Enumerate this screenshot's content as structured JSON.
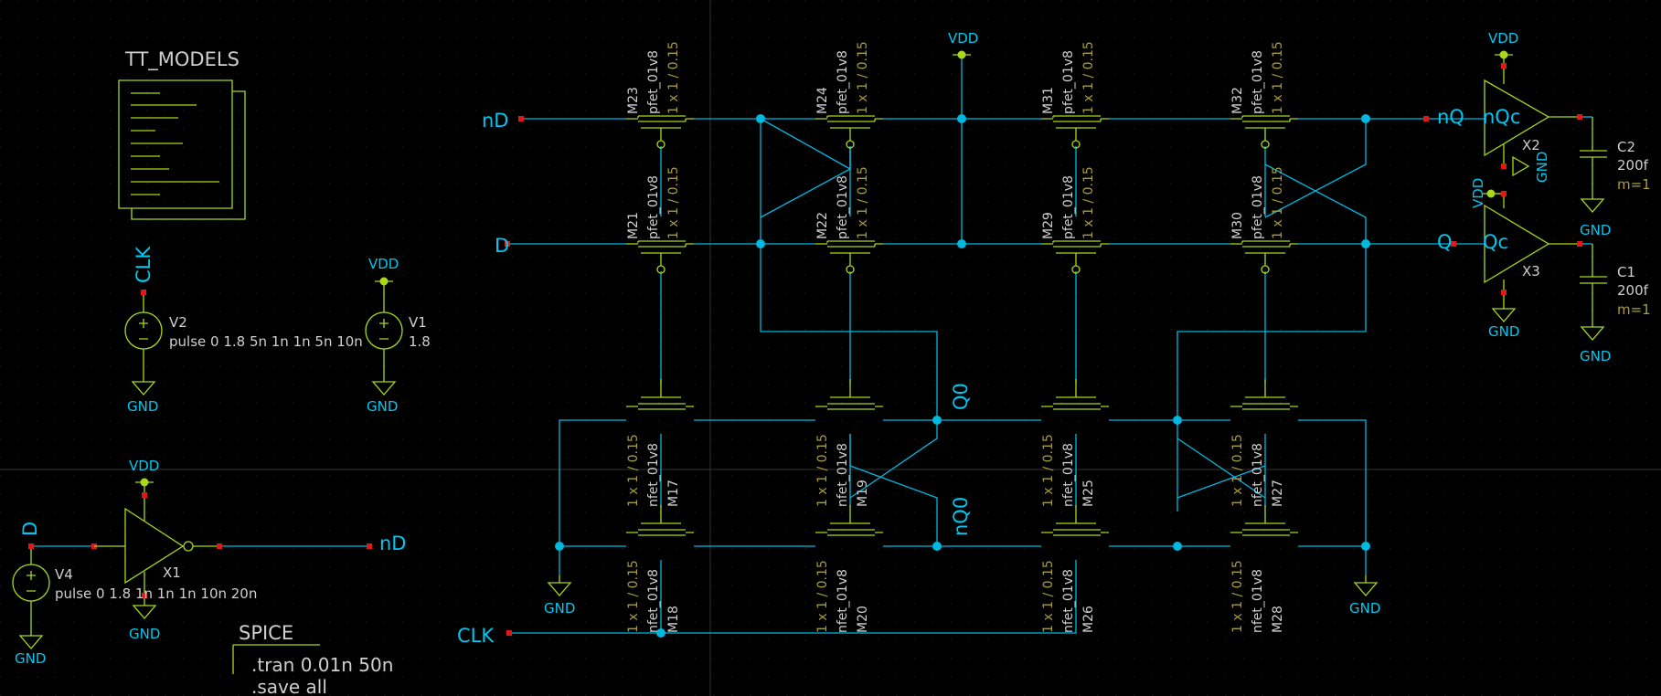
{
  "colors": {
    "background": "#000000",
    "wire": "#00b8e0",
    "symbol": "#a8d81a",
    "param": "#a89c3c",
    "label": "#cfcfcf",
    "net": "#00c8f0",
    "pin": "#e01818",
    "crosshair": "#333333",
    "grid": "#1e1e1e"
  },
  "header": {
    "models_title": "TT_MODELS"
  },
  "spice": {
    "title": "SPICE",
    "lines": [
      ".tran 0.01n 50n",
      ".save all"
    ]
  },
  "sources": {
    "v2": {
      "ref": "V2",
      "value": "pulse 0 1.8 5n 1n 1n 5n 10n",
      "net": "CLK",
      "gnd": "GND"
    },
    "v1": {
      "ref": "V1",
      "value": "1.8",
      "net": "VDD",
      "gnd": "GND"
    },
    "v4": {
      "ref": "V4",
      "value": "pulse 0 1.8 1n 1n 1n 10n 20n",
      "net": "D",
      "gnd": "GND"
    }
  },
  "inverters": {
    "x1": {
      "ref": "X1",
      "vdd": "VDD",
      "gnd": "GND",
      "in_label": "D",
      "out_label": "nD"
    },
    "x2": {
      "ref": "X2",
      "vdd": "VDD",
      "gnd": "GND",
      "in_label": "nQ",
      "out_label": "nQc"
    },
    "x3": {
      "ref": "X3",
      "vdd": "VDD",
      "gnd": "GND",
      "in_label": "Q",
      "out_label": "Qc"
    }
  },
  "caps": {
    "c2": {
      "ref": "C2",
      "value": "200f",
      "mult": "m=1",
      "gnd": "GND"
    },
    "c1": {
      "ref": "C1",
      "value": "200f",
      "mult": "m=1",
      "gnd": "GND"
    }
  },
  "nets": {
    "nD": "nD",
    "D": "D",
    "CLK": "CLK",
    "VDD": "VDD",
    "Q0": "Q0",
    "nQ0": "nQ0",
    "GND": "GND"
  },
  "pmos": [
    {
      "ref": "M23",
      "model": "pfet_01v8",
      "size": "1 x 1 / 0.15"
    },
    {
      "ref": "M24",
      "model": "pfet_01v8",
      "size": "1 x 1 / 0.15"
    },
    {
      "ref": "M31",
      "model": "pfet_01v8",
      "size": "1 x 1 / 0.15"
    },
    {
      "ref": "M32",
      "model": "pfet_01v8",
      "size": "1 x 1 / 0.15"
    },
    {
      "ref": "M21",
      "model": "pfet_01v8",
      "size": "1 x 1 / 0.15"
    },
    {
      "ref": "M22",
      "model": "pfet_01v8",
      "size": "1 x 1 / 0.15"
    },
    {
      "ref": "M29",
      "model": "pfet_01v8",
      "size": "1 x 1 / 0.15"
    },
    {
      "ref": "M30",
      "model": "pfet_01v8",
      "size": "1 x 1 / 0.15"
    }
  ],
  "nmos": [
    {
      "ref": "M17",
      "model": "nfet_01v8",
      "size": "1 x 1 / 0.15"
    },
    {
      "ref": "M19",
      "model": "nfet_01v8",
      "size": "1 x 1 / 0.15"
    },
    {
      "ref": "M25",
      "model": "nfet_01v8",
      "size": "1 x 1 / 0.15"
    },
    {
      "ref": "M27",
      "model": "nfet_01v8",
      "size": "1 x 1 / 0.15"
    },
    {
      "ref": "M18",
      "model": "nfet_01v8",
      "size": "1 x 1 / 0.15"
    },
    {
      "ref": "M20",
      "model": "nfet_01v8",
      "size": "1 x 1 / 0.15"
    },
    {
      "ref": "M26",
      "model": "nfet_01v8",
      "size": "1 x 1 / 0.15"
    },
    {
      "ref": "M28",
      "model": "nfet_01v8",
      "size": "1 x 1 / 0.15"
    }
  ]
}
